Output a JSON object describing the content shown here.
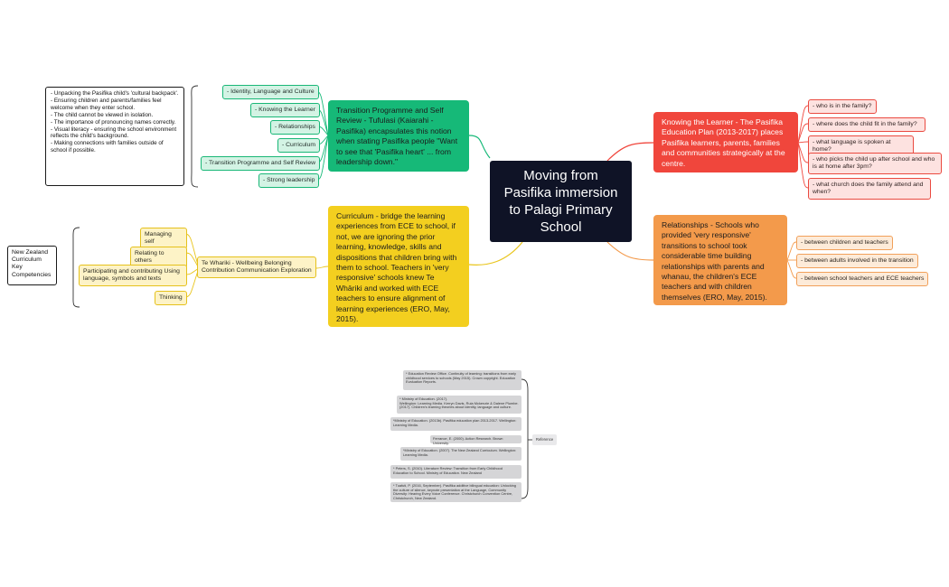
{
  "central": {
    "title": "Moving from Pasifika immersion to Palagi Primary School"
  },
  "branches": {
    "transition": {
      "text": "Transition Programme and Self Review - Tufulasi (Kaiarahi - Pasifika) encapsulates this notion when stating Pasifika people \"Want to see that 'Pasifika heart' ... from leadership down.\"",
      "color": "#16b978",
      "items": [
        "- Identity, Language and Culture",
        "- Knowing the Learner",
        "- Relationships",
        "- Curriculum",
        "- Transition Programme and Self Review",
        "- Strong leadership"
      ],
      "note": "- Unpacking the Pasifika child's 'cultural backpack'.\n- Ensuring children and parents/families feel welcome when they enter school.\n- The child cannot be viewed in isolation.\n- The importance of pronouncing names correctly.\n- Visual literacy - ensuring the school environment reflects the child's background.\n- Making connections with families outside of school if possible."
    },
    "curriculum": {
      "text": "Curriculum - bridge the learning experiences from ECE to school, if not, we are ignoring the prior learning, knowledge, skills and dispositions that children bring with them to school. Teachers in 'very responsive' schools knew Te Whāriki and worked with ECE teachers to ensure alignment of learning experiences (ERO, May, 2015).",
      "color": "#f3cf1f",
      "sub": "Te Whariki - Wellbeing Belonging Contribution Communication Exploration",
      "competencies": [
        "Managing self",
        "Relating to others",
        "Participating and contributing Using language, symbols and texts",
        "Thinking"
      ],
      "nz_label": "New Zealand\nCurriculum\nKey\nCompetencies"
    },
    "knowing": {
      "text": "Knowing the Learner - The Pasifika Education Plan (2013-2017) places Pasifika learners, parents, families and communities strategically at the centre.",
      "color": "#f0463c",
      "items": [
        "- who is in the family?",
        "- where does the child fit in the family?",
        "- what language is spoken at home?",
        "- who picks the child up after school and who is at home after 3pm?",
        "- what church does the family attend and when?"
      ]
    },
    "relationships": {
      "text": "Relationships - Schools who provided 'very responsive' transitions to school took considerable time building relationships with parents and whanau, the children's ECE teachers and with children themselves (ERO, May, 2015).",
      "color": "#f39a4b",
      "items": [
        "- between children and teachers",
        "- between adults involved in the transition",
        "- between school teachers and ECE teachers"
      ]
    }
  },
  "references": {
    "label": "Reference",
    "items": [
      "* Education Review Office. Continuity of learning: transitions from early childhood services to schools (May 2015). Crown copyright. Education Evaluation Reports.",
      "* Ministry of Education. (2017).\nWellington: Learning Media. Kerryn Davis, Ruia Mckenzie & Dalene Plumbe. (2017). Children's learning theories about identity, language and culture.",
      "*Ministry of Education. (2013b). Pasifika education plan 2013-2017. Wellington: Learning Media.",
      "Ferrance, E. (2000). Action Research. Brown University.",
      "*Ministry of Education. (2007). The New Zealand Curriculum. Wellington: Learning Media.",
      "* Peters, S. (2010). Literature Review: Transition from Early Childhood Education to School. Ministry of Education. New Zealand",
      "* Tuafuti, P. (2016, September). Pasifika additive bilingual education: Unlocking the culture of silence, keynote presentation at the Language, Community Diversity: Hearing Every Voice Conference. Christchurch Convention Centre, Christchurch, New Zealand."
    ]
  }
}
